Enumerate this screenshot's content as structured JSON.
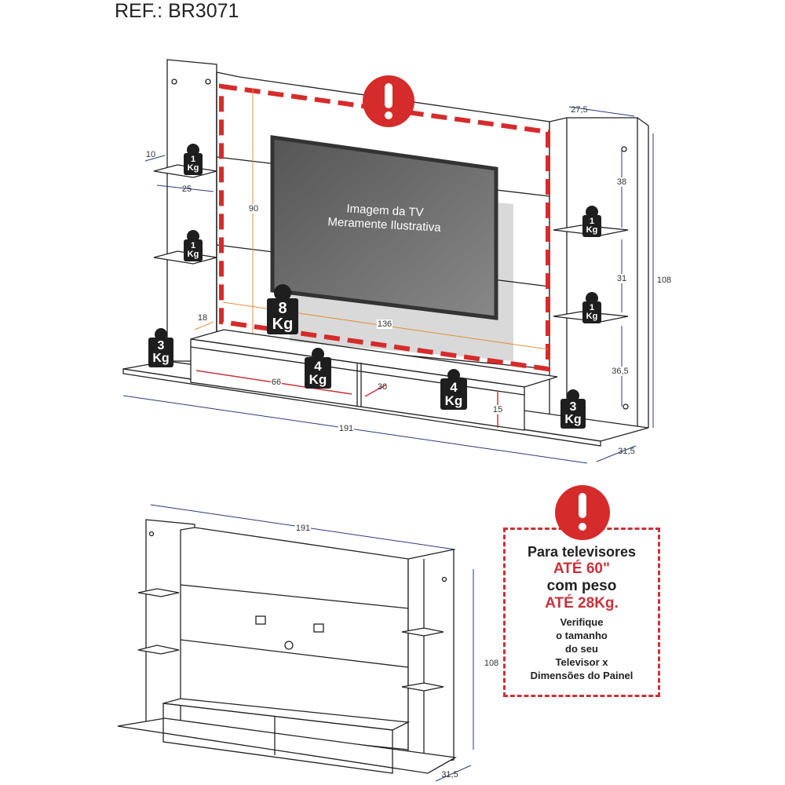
{
  "title": "REF.: BR3071",
  "tv_caption": [
    "Imagem da TV",
    "Meramente Ilustrativa"
  ],
  "colors": {
    "warning_red": "#c8323a",
    "dimension_blue": "#2b3a7a",
    "dimension_orange": "#e0903a",
    "weight_black": "#1e1e1e"
  },
  "icons": [
    "warning-exclamation-icon",
    "weight-icon"
  ],
  "top_view": {
    "weights": [
      {
        "value": "1",
        "unit": "Kg"
      },
      {
        "value": "1",
        "unit": "Kg"
      },
      {
        "value": "1",
        "unit": "Kg"
      },
      {
        "value": "1",
        "unit": "Kg"
      },
      {
        "value": "8",
        "unit": "Kg"
      },
      {
        "value": "3",
        "unit": "Kg"
      },
      {
        "value": "4",
        "unit": "Kg"
      },
      {
        "value": "4",
        "unit": "Kg"
      },
      {
        "value": "3",
        "unit": "Kg"
      }
    ],
    "dimensions": [
      "10",
      "25",
      "90",
      "18",
      "136",
      "66",
      "30",
      "15",
      "191",
      "27,5",
      "38",
      "31",
      "36,5",
      "108",
      "31,5"
    ]
  },
  "bottom_view": {
    "dimensions": [
      "191",
      "108",
      "31,5"
    ]
  },
  "notice": {
    "line1": "Para televisores",
    "line2": "ATÉ 60\"",
    "line3": "com peso",
    "line4": "ATÉ 28Kg.",
    "small": [
      "Verifique",
      "o tamanho",
      "do seu",
      "Televisor x",
      "Dimensões do Painel"
    ]
  }
}
